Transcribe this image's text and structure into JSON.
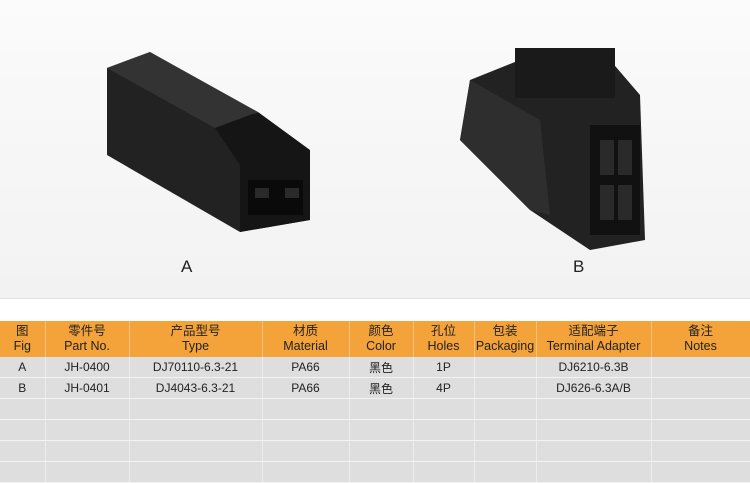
{
  "figures": [
    {
      "label": "A"
    },
    {
      "label": "B"
    }
  ],
  "table": {
    "headers": [
      {
        "zh": "图",
        "en": "Fig"
      },
      {
        "zh": "零件号",
        "en": "Part No."
      },
      {
        "zh": "产品型号",
        "en": "Type"
      },
      {
        "zh": "材质",
        "en": "Material"
      },
      {
        "zh": "颜色",
        "en": "Color"
      },
      {
        "zh": "孔位",
        "en": "Holes"
      },
      {
        "zh": "包装",
        "en": "Packaging"
      },
      {
        "zh": "适配端子",
        "en": "Terminal Adapter"
      },
      {
        "zh": "备注",
        "en": "Notes"
      }
    ],
    "rows": [
      [
        "A",
        "JH-0400",
        "DJ70110-6.3-21",
        "PA66",
        "黑色",
        "1P",
        "",
        "DJ6210-6.3B",
        ""
      ],
      [
        "B",
        "JH-0401",
        "DJ4043-6.3-21",
        "PA66",
        "黑色",
        "4P",
        "",
        "DJ626-6.3A/B",
        ""
      ]
    ]
  }
}
